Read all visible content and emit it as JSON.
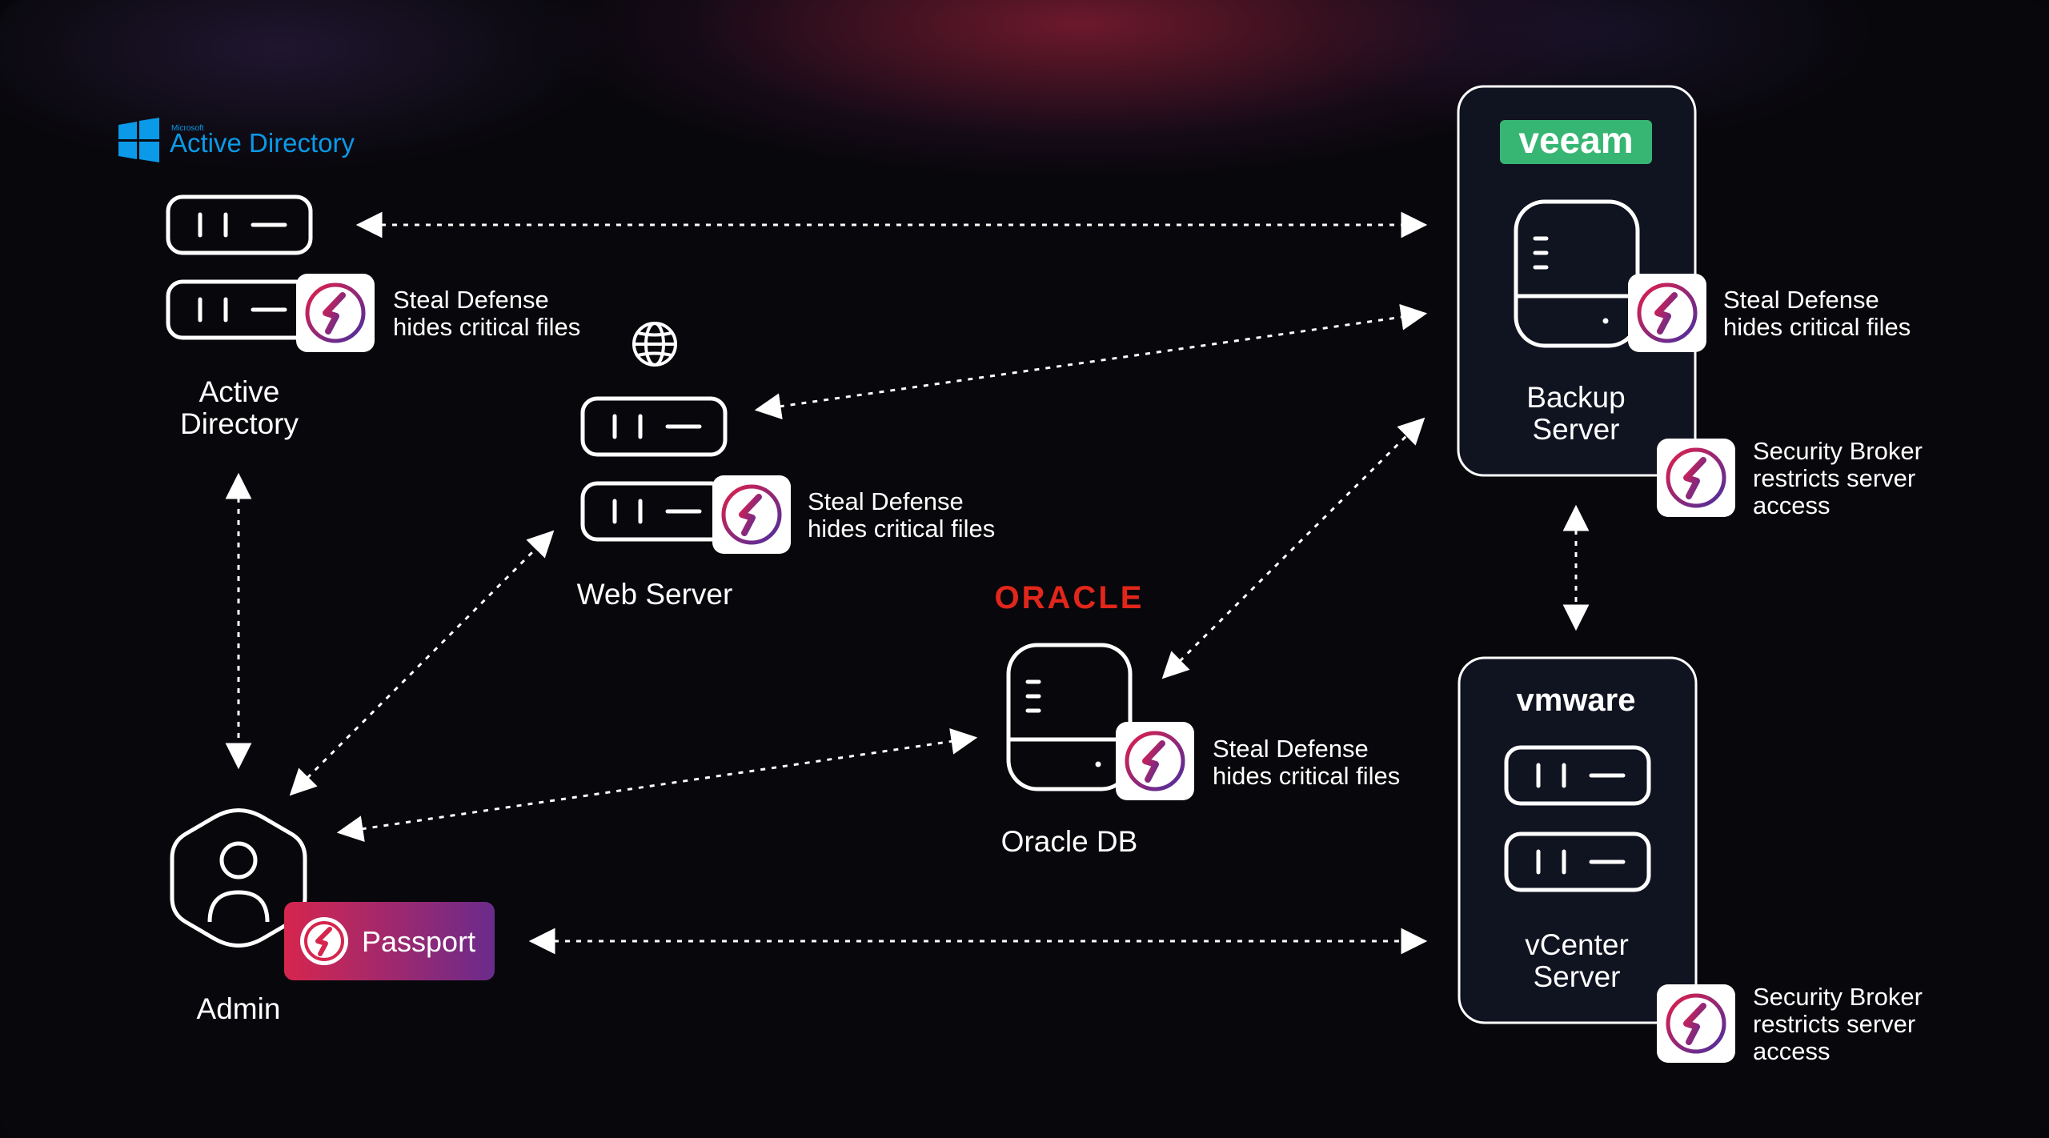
{
  "logos": {
    "microsoft_small": "Microsoft",
    "active_directory": "Active Directory",
    "veeam": "veeam",
    "oracle": "ORACLE",
    "vmware": "vmware"
  },
  "nodes": {
    "active_directory": {
      "line1": "Active",
      "line2": "Directory"
    },
    "web_server": {
      "label": "Web Server"
    },
    "oracle_db": {
      "label": "Oracle DB"
    },
    "backup_server": {
      "line1": "Backup",
      "line2": "Server"
    },
    "vcenter_server": {
      "line1": "vCenter",
      "line2": "Server"
    },
    "admin": {
      "label": "Admin"
    }
  },
  "badges": {
    "passport": "Passport"
  },
  "callouts": {
    "steal_defense": {
      "line1": "Steal Defense",
      "line2": "hides critical files"
    },
    "security_broker": {
      "line1": "Security Broker",
      "line2": "restricts server",
      "line3": "access"
    }
  },
  "colors": {
    "background": "#08070b",
    "stroke": "#ffffff",
    "card_fill": "#101320",
    "veeam_green": "#36b672",
    "oracle_red": "#e2261b",
    "ad_blue": "#0a9ae8",
    "passport_start": "#d6264e",
    "passport_end": "#6a2b8c"
  }
}
